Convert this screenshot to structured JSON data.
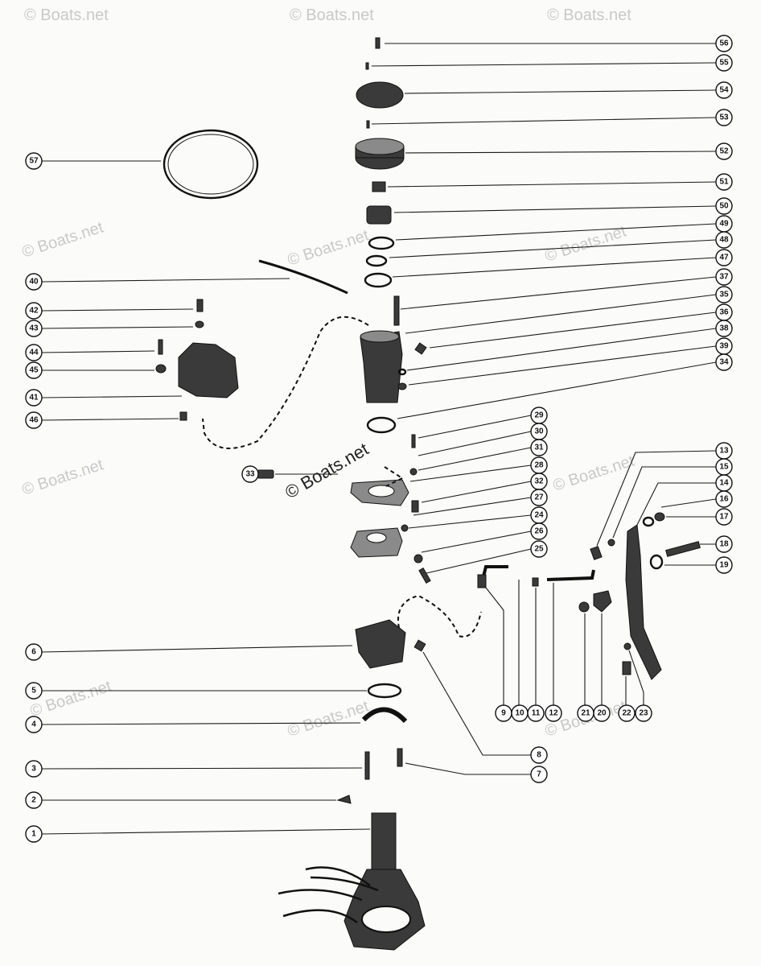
{
  "watermark": {
    "main": "© Boats.net",
    "faint": "© Boats.net"
  },
  "callouts": {
    "n1": "1",
    "n2": "2",
    "n3": "3",
    "n4": "4",
    "n5": "5",
    "n6": "6",
    "n7": "7",
    "n8": "8",
    "n9": "9",
    "n10": "10",
    "n11": "11",
    "n12": "12",
    "n13": "13",
    "n14": "14",
    "n15": "15",
    "n16": "16",
    "n17": "17",
    "n18": "18",
    "n19": "19",
    "n20": "20",
    "n21": "21",
    "n22": "22",
    "n23": "23",
    "n24": "24",
    "n25": "25",
    "n26": "26",
    "n27": "27",
    "n28": "28",
    "n29": "29",
    "n30": "30",
    "n31": "31",
    "n32": "32",
    "n33": "33",
    "n34": "34",
    "n35": "35",
    "n36": "36",
    "n37": "37",
    "n38": "38",
    "n39": "39",
    "n40": "40",
    "n41": "41",
    "n42": "42",
    "n43": "43",
    "n44": "44",
    "n45": "45",
    "n46": "46",
    "n47": "47",
    "n48": "48",
    "n49": "49",
    "n50": "50",
    "n51": "51",
    "n52": "52",
    "n53": "53",
    "n54": "54",
    "n55": "55",
    "n56": "56",
    "n57": "57"
  }
}
